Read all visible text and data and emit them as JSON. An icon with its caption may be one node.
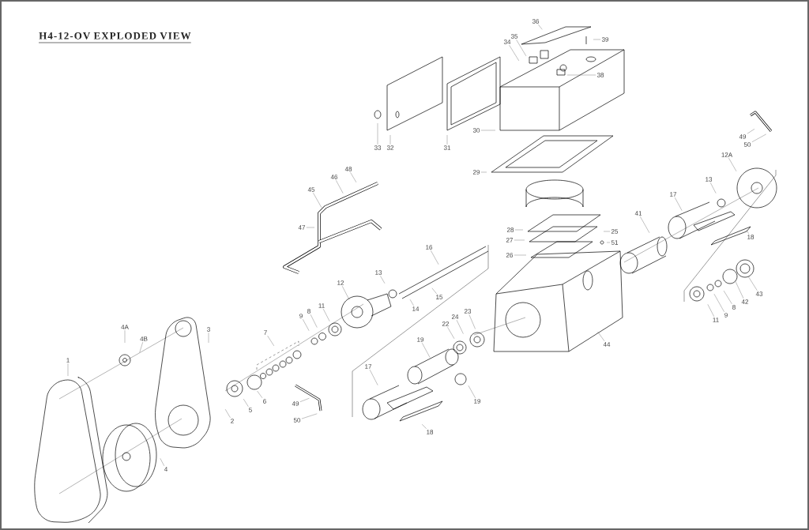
{
  "diagram": {
    "title": "H4-12-OV EXPLODED VIEW",
    "nodes": [
      {
        "text": [
          "36"
        ]
      },
      {
        "text": [
          "35"
        ]
      },
      {
        "text": [
          "39"
        ]
      },
      {
        "text": [
          "34"
        ]
      },
      {
        "text": [
          "38"
        ]
      },
      {
        "text": [
          "30"
        ]
      },
      {
        "text": [
          "49"
        ]
      },
      {
        "text": [
          "50"
        ]
      },
      {
        "text": [
          "33"
        ]
      },
      {
        "text": [
          "32"
        ]
      },
      {
        "text": [
          "31"
        ]
      },
      {
        "text": [
          "12A"
        ]
      },
      {
        "text": [
          "48"
        ]
      },
      {
        "text": [
          "29"
        ]
      },
      {
        "text": [
          "46"
        ]
      },
      {
        "text": [
          "13"
        ]
      },
      {
        "text": [
          "45"
        ]
      },
      {
        "text": [
          "17"
        ]
      },
      {
        "text": [
          "41"
        ]
      },
      {
        "text": [
          "47"
        ]
      },
      {
        "text": [
          "28"
        ]
      },
      {
        "text": [
          "25"
        ]
      },
      {
        "text": [
          "18"
        ]
      },
      {
        "text": [
          "27"
        ]
      },
      {
        "text": [
          "51"
        ]
      },
      {
        "text": [
          "16"
        ]
      },
      {
        "text": [
          "26"
        ]
      },
      {
        "text": [
          "13"
        ]
      },
      {
        "text": [
          "12"
        ]
      },
      {
        "text": [
          "43"
        ]
      },
      {
        "text": [
          "15"
        ]
      },
      {
        "text": [
          "42"
        ]
      },
      {
        "text": [
          "11"
        ]
      },
      {
        "text": [
          "8"
        ]
      },
      {
        "text": [
          "14"
        ]
      },
      {
        "text": [
          "8"
        ]
      },
      {
        "text": [
          "23"
        ]
      },
      {
        "text": [
          "9"
        ]
      },
      {
        "text": [
          "9"
        ]
      },
      {
        "text": [
          "24"
        ]
      },
      {
        "text": [
          "11"
        ]
      },
      {
        "text": [
          "22"
        ]
      },
      {
        "text": [
          "4A"
        ]
      },
      {
        "text": [
          "3"
        ]
      },
      {
        "text": [
          "7"
        ]
      },
      {
        "text": [
          "19"
        ]
      },
      {
        "text": [
          "4B"
        ]
      },
      {
        "text": [
          "44"
        ]
      },
      {
        "text": [
          "1"
        ]
      },
      {
        "text": [
          "17"
        ]
      },
      {
        "text": [
          "19"
        ]
      },
      {
        "text": [
          "49"
        ]
      },
      {
        "text": [
          "6"
        ]
      },
      {
        "text": [
          "5"
        ]
      },
      {
        "text": [
          "50"
        ]
      },
      {
        "text": [
          "2"
        ]
      },
      {
        "text": [
          "18"
        ]
      },
      {
        "text": [
          "4"
        ]
      }
    ],
    "edges": [
      {
        "from": 0,
        "to": null,
        "arrow": "none"
      },
      {
        "from": 1,
        "to": null,
        "arrow": "none"
      },
      {
        "from": 2,
        "to": null,
        "arrow": "none"
      },
      {
        "from": 3,
        "to": null,
        "arrow": "none"
      },
      {
        "from": 4,
        "to": null,
        "arrow": "none"
      },
      {
        "from": 5,
        "to": null,
        "arrow": "none"
      },
      {
        "from": 6,
        "to": null,
        "arrow": "none"
      },
      {
        "from": 7,
        "to": null,
        "arrow": "none"
      },
      {
        "from": 8,
        "to": null,
        "arrow": "none"
      },
      {
        "from": 9,
        "to": null,
        "arrow": "none"
      },
      {
        "from": 10,
        "to": null,
        "arrow": "none"
      },
      {
        "from": 11,
        "to": null,
        "arrow": "none"
      },
      {
        "from": 12,
        "to": null,
        "arrow": "none"
      },
      {
        "from": 13,
        "to": null,
        "arrow": "none"
      },
      {
        "from": 14,
        "to": null,
        "arrow": "none"
      },
      {
        "from": 15,
        "to": null,
        "arrow": "none"
      },
      {
        "from": 16,
        "to": null,
        "arrow": "none"
      },
      {
        "from": 17,
        "to": null,
        "arrow": "none"
      },
      {
        "from": 18,
        "to": null,
        "arrow": "none"
      },
      {
        "from": 19,
        "to": null,
        "arrow": "none"
      },
      {
        "from": 20,
        "to": null,
        "arrow": "none"
      },
      {
        "from": 21,
        "to": null,
        "arrow": "none"
      },
      {
        "from": 22,
        "to": null,
        "arrow": "none"
      },
      {
        "from": 23,
        "to": null,
        "arrow": "none"
      },
      {
        "from": 24,
        "to": null,
        "arrow": "none"
      },
      {
        "from": 25,
        "to": null,
        "arrow": "none"
      },
      {
        "from": 26,
        "to": null,
        "arrow": "none"
      },
      {
        "from": 27,
        "to": null,
        "arrow": "none"
      },
      {
        "from": 28,
        "to": null,
        "arrow": "none"
      },
      {
        "from": 29,
        "to": null,
        "arrow": "none"
      },
      {
        "from": 30,
        "to": null,
        "arrow": "none"
      },
      {
        "from": 31,
        "to": null,
        "arrow": "none"
      },
      {
        "from": 32,
        "to": null,
        "arrow": "none"
      },
      {
        "from": 33,
        "to": null,
        "arrow": "none"
      },
      {
        "from": 34,
        "to": null,
        "arrow": "none"
      },
      {
        "from": 35,
        "to": null,
        "arrow": "none"
      },
      {
        "from": 36,
        "to": null,
        "arrow": "none"
      },
      {
        "from": 37,
        "to": null,
        "arrow": "none"
      },
      {
        "from": 38,
        "to": null,
        "arrow": "none"
      },
      {
        "from": 39,
        "to": null,
        "arrow": "none"
      },
      {
        "from": 40,
        "to": null,
        "arrow": "none"
      },
      {
        "from": 41,
        "to": null,
        "arrow": "none"
      },
      {
        "from": 42,
        "to": null,
        "arrow": "none"
      },
      {
        "from": 43,
        "to": null,
        "arrow": "none"
      },
      {
        "from": 44,
        "to": null,
        "arrow": "none"
      },
      {
        "from": 45,
        "to": null,
        "arrow": "none"
      },
      {
        "from": 46,
        "to": null,
        "arrow": "none"
      },
      {
        "from": 47,
        "to": null,
        "arrow": "none"
      },
      {
        "from": 48,
        "to": null,
        "arrow": "none"
      },
      {
        "from": 49,
        "to": null,
        "arrow": "none"
      },
      {
        "from": 50,
        "to": null,
        "arrow": "none"
      },
      {
        "from": 51,
        "to": null,
        "arrow": "none"
      },
      {
        "from": 52,
        "to": null,
        "arrow": "none"
      },
      {
        "from": 53,
        "to": null,
        "arrow": "none"
      },
      {
        "from": 54,
        "to": null,
        "arrow": "none"
      },
      {
        "from": 55,
        "to": null,
        "arrow": "none"
      },
      {
        "from": 56,
        "to": null,
        "arrow": "none"
      },
      {
        "from": 57,
        "to": null,
        "arrow": "none"
      }
    ]
  }
}
